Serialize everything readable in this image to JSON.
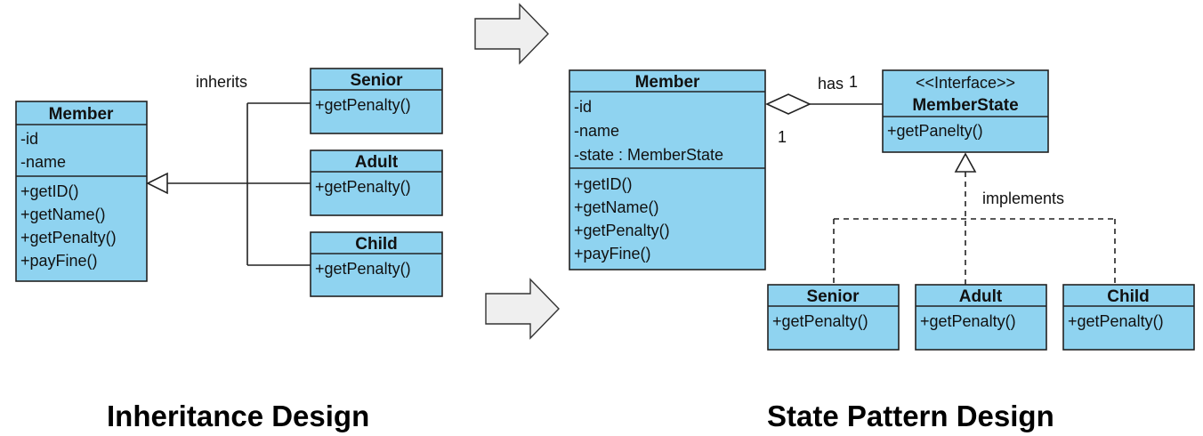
{
  "inheritance": {
    "caption": "Inheritance Design",
    "edge_label": "inherits",
    "member": {
      "name": "Member",
      "attributes": [
        "-id",
        "-name"
      ],
      "operations": [
        "+getID()",
        "+getName()",
        "+getPenalty()",
        "+payFine()"
      ]
    },
    "senior": {
      "name": "Senior",
      "operations": [
        "+getPenalty()"
      ]
    },
    "adult": {
      "name": "Adult",
      "operations": [
        "+getPenalty()"
      ]
    },
    "child": {
      "name": "Child",
      "operations": [
        "+getPenalty()"
      ]
    }
  },
  "state_pattern": {
    "caption": "State Pattern Design",
    "edge_label_has": "has",
    "mult_near_state": "1",
    "mult_near_member": "1",
    "edge_label_implements": "implements",
    "member": {
      "name": "Member",
      "attributes": [
        "-id",
        "-name",
        "-state : MemberState"
      ],
      "operations": [
        "+getID()",
        "+getName()",
        "+getPenalty()",
        "+payFine()"
      ]
    },
    "member_state": {
      "stereotype": "<<Interface>>",
      "name": "MemberState",
      "operations": [
        "+getPanelty()"
      ]
    },
    "senior": {
      "name": "Senior",
      "operations": [
        "+getPenalty()"
      ]
    },
    "adult": {
      "name": "Adult",
      "operations": [
        "+getPenalty()"
      ]
    },
    "child": {
      "name": "Child",
      "operations": [
        "+getPenalty()"
      ]
    }
  },
  "colors": {
    "class_fill": "#8fd3f0",
    "line": "#222222",
    "arrow_fill": "#efefef"
  }
}
